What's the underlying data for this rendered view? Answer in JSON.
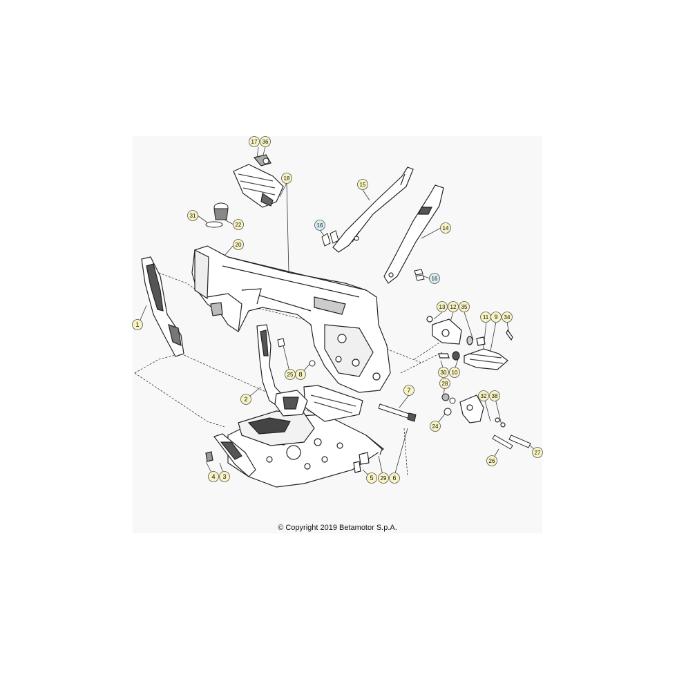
{
  "copyright": "© Copyright 2019 Betamotor S.p.A.",
  "colors": {
    "callout_fill": "#f7f3c2",
    "callout_fill_alt": "#d6eef3",
    "callout_stroke": "#555555",
    "line": "#222222"
  },
  "callouts": [
    {
      "id": "c17",
      "label": "17"
    },
    {
      "id": "c36",
      "label": "36"
    },
    {
      "id": "c18",
      "label": "18"
    },
    {
      "id": "c15",
      "label": "15"
    },
    {
      "id": "c31",
      "label": "31"
    },
    {
      "id": "c22",
      "label": "22"
    },
    {
      "id": "c16a",
      "label": "16"
    },
    {
      "id": "c14",
      "label": "14"
    },
    {
      "id": "c20",
      "label": "20"
    },
    {
      "id": "c16b",
      "label": "16"
    },
    {
      "id": "c13",
      "label": "13"
    },
    {
      "id": "c12",
      "label": "12"
    },
    {
      "id": "c35",
      "label": "35"
    },
    {
      "id": "c11",
      "label": "11"
    },
    {
      "id": "c9",
      "label": "9"
    },
    {
      "id": "c34",
      "label": "34"
    },
    {
      "id": "c1",
      "label": "1"
    },
    {
      "id": "c25",
      "label": "25"
    },
    {
      "id": "c8",
      "label": "8"
    },
    {
      "id": "c30",
      "label": "30"
    },
    {
      "id": "c10",
      "label": "10"
    },
    {
      "id": "c28",
      "label": "28"
    },
    {
      "id": "c2",
      "label": "2"
    },
    {
      "id": "c7",
      "label": "7"
    },
    {
      "id": "c32",
      "label": "32"
    },
    {
      "id": "c38",
      "label": "38"
    },
    {
      "id": "c24",
      "label": "24"
    },
    {
      "id": "c27",
      "label": "27"
    },
    {
      "id": "c26",
      "label": "26"
    },
    {
      "id": "c4",
      "label": "4"
    },
    {
      "id": "c3",
      "label": "3"
    },
    {
      "id": "c5",
      "label": "5"
    },
    {
      "id": "c29",
      "label": "29"
    },
    {
      "id": "c6",
      "label": "6"
    }
  ]
}
